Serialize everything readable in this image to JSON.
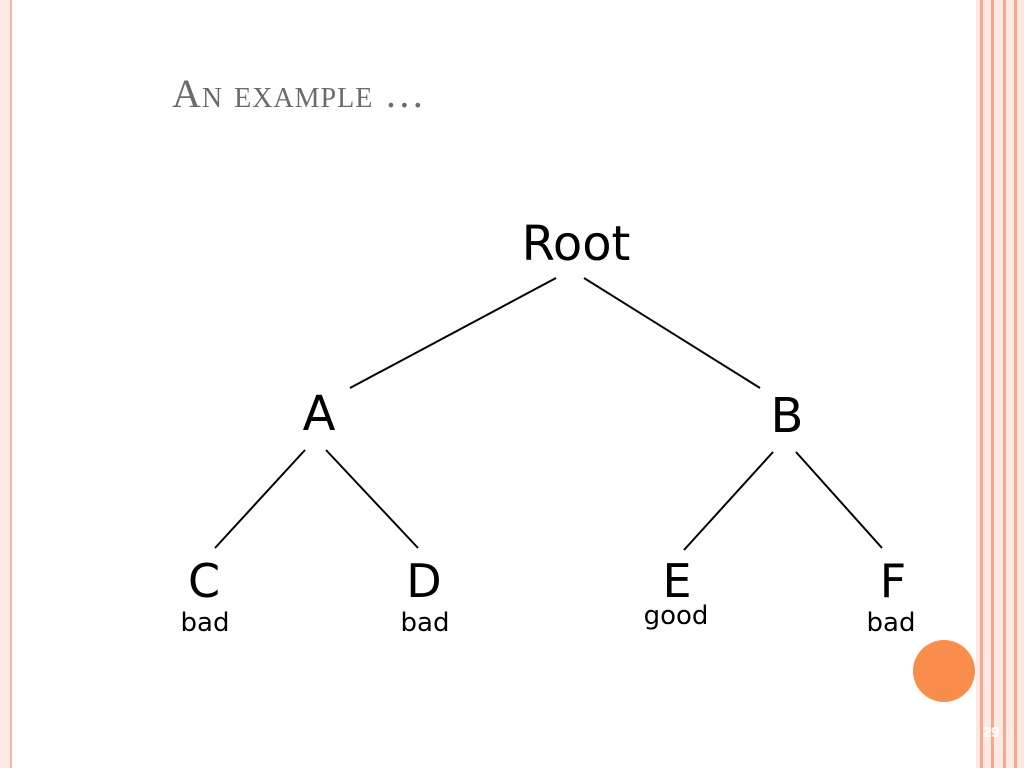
{
  "slide": {
    "title": "An example …",
    "number": "29"
  },
  "tree": {
    "root": {
      "label": "Root"
    },
    "nodes": {
      "A": {
        "label": "A"
      },
      "B": {
        "label": "B"
      },
      "C": {
        "label": "C",
        "status": "bad"
      },
      "D": {
        "label": "D",
        "status": "bad"
      },
      "E": {
        "label": "E",
        "status": "good"
      },
      "F": {
        "label": "F",
        "status": "bad"
      }
    },
    "edges": [
      [
        "root",
        "A"
      ],
      [
        "root",
        "B"
      ],
      [
        "A",
        "C"
      ],
      [
        "A",
        "D"
      ],
      [
        "B",
        "E"
      ],
      [
        "B",
        "F"
      ]
    ]
  },
  "colors": {
    "accent": "#f98d4c",
    "border": "#f4a98e",
    "title": "#6b6b6b"
  }
}
